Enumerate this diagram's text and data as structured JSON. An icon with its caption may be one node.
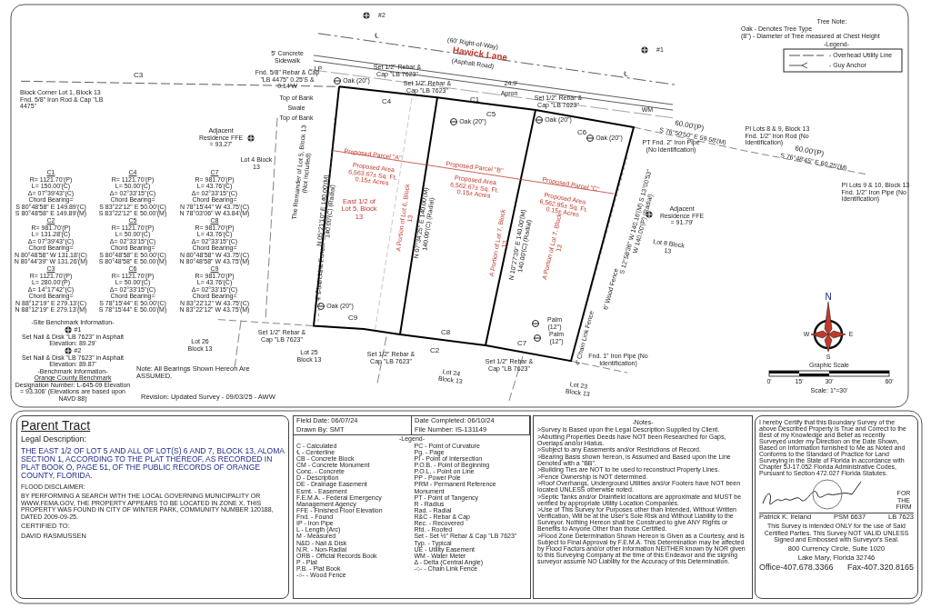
{
  "diagram": {
    "labels": [
      "#2",
      "#1",
      "(60' Right-of-Way)",
      "Hawick Lane",
      "(Asphalt Road)",
      "℄",
      "C3",
      "℄",
      "Block Corner Lot 1, Block 13 Fnd. 5/8\" Iron Rod & Cap \"LB 4475\"",
      "5' Concrete Sidewalk",
      "LP",
      "Set 1/2\" Rebar & Cap \"LB 7623\"",
      "Oak (20\")",
      "Fnd. 5/8\" Rebar & Cap \"LB 4475\" 0.25'S & 0.14'W",
      "Top of Bank",
      "Swale",
      "Top of Bank",
      "C4",
      "C1",
      "C5",
      "C6",
      "Set 1/2\" Rebar & Cap \"LB 7623\"",
      "Set 1/2\" Rebar & Cap \"LB 7623\"",
      "Oak (20\")",
      "Oak (20\")",
      "Oak (20\")",
      "Apron",
      "24.9'",
      "WM",
      "PT Fnd. 2\" Iron Pipe (No Identification)",
      "60.00'(P)",
      "S 76°50'50\" E 59.58'(M)",
      "PI Lots 8 & 9, Block 13 Fnd. 1/2\" Iron Rod (No Identification)",
      "60.00'(P)",
      "S 76°48'45\" E 60.25'(M)",
      "PI Lots 9 & 10, Block 13 Fnd. 1/2\" Iron Pipe (No Identification)",
      "Adjacent Residence FFE = 93.27'",
      "Adjacent Residence FFE = 91.79'",
      "Lot 4 Block 13",
      "The Remainder of Lot 5, Block 13 (Not Included)",
      "Proposed Parcel \"A\"",
      "Proposed Area 6,563.67± Sq. Ft. 0.15± Acres",
      "East 1/2 of Lot 5, Block 13",
      "N 05°21'10\" E 140.00'(M) 140.00'(C) (Radial)",
      "Proposed Parcel \"B\"",
      "Proposed Area 6,562.67± Sq. Ft. 0.15± Acres",
      "A Portion of Lot 6, Block 13",
      "N 07°34'25\" E 140.00'(M) 140.00'(C) (Radial)",
      "Proposed Parcel \"C\"",
      "Proposed Area 6,562.95± Sq. Ft. 0.15± Acres",
      "A Portion of Lot 7, Block 13",
      "N 10°27'39\" E 140.00'(M) 140.00'(C) (Radial)",
      "A Portion of Lot 7, Block 13",
      "S 12°58'36\" W 140.16'(M) S 13°00'53\" W 140.00'(P) (Radial)",
      "4' Chain Link Fence",
      "6' Wood Fence",
      "4' Chain Link Fence",
      "Lot 8 Block 13",
      "C9",
      "C8",
      "C2",
      "C7",
      "Set 1/2\" Rebar & Cap \"LB 7623\"",
      "Set 1/2\" Rebar & Cap \"LB 7623\"",
      "Set 1/2\" Rebar & Cap \"LB 7623\"",
      "Fnd. 1\" Iron Pipe (No Identification)",
      "Oak (20\")",
      "Palm (12\")",
      "Palm (12\")",
      "Lot 25 Block 13",
      "Lot 26 Block 13",
      "Lot 24 Block 13",
      "Lot 23 Block 13",
      "Note: All Bearings Shown Hereon Are ASSUMED.",
      "Revision: Updated Survey - 09/03/25 - AWW",
      "-Site Benchmark Information-",
      "#1",
      "Set Nail & Disk \"LB 7623\" in Asphalt Elevation: 89.29'",
      "#2",
      "Set Nail & Disk \"LB 7623\" in Asphalt Elevation: 89.87'",
      "-Benchmark Information-",
      "Orange County Benchmark",
      "Designation Number: L-645-09 Elevation = 93.306' (Elevations are based upon NAVD 88)",
      "Tree Note:",
      "Oak - Denotes Tree Type",
      "(8\") - Diameter of Tree measured at Chest Height",
      "-Legend-",
      "N",
      "W",
      "E",
      "S",
      "Graphic Scale",
      "0'",
      "15'",
      "30'",
      "60'",
      "Scale: 1\"=30'",
      "C1",
      "R= 1121.70'(P)",
      "L= 150.00'(C)",
      "Δ= 07°39'43\"(C)",
      "Chord Bearing=",
      "S 80°48'58\" E 149.89'(C)",
      "S 80°48'58\" E 149.89'(M)",
      "C4",
      "R= 1121.70'(P)",
      "L= 50.00'(C)",
      "Δ= 02°33'15\"(C)",
      "Chord Bearing=",
      "S 83°22'12\" E 50.00'(C)",
      "S 83°22'12\" E 50.00'(M)",
      "C7",
      "R= 981.70'(P)",
      "L= 43.76'(C)",
      "Δ= 02°33'15\"(C)",
      "Chord Bearing=",
      "N 78°15'44\" W 43.75'(C)",
      "N 78°03'06\" W 43.84'(M)",
      "C2",
      "R= 981.70'(P)",
      "L= 131.28'(C)",
      "Δ= 07°39'43\"(C)",
      "Chord Bearing=",
      "N 80°48'58\" W 131.18'(C)",
      "N 80°44'39\" W 131.26'(M)",
      "C5",
      "R= 1121.70'(P)",
      "L= 50.00'(C)",
      "Δ= 02°33'15\"(C)",
      "Chord Bearing=",
      "S 80°48'58\" E 50.00'(C)",
      "S 80°48'58\" E 50.00'(M)",
      "C8",
      "R= 981.70'(P)",
      "L= 43.76'(C)",
      "Δ= 02°33'15\"(C)",
      "Chord Bearing=",
      "N 80°48'58\" W 43.75'(C)",
      "N 80°48'58\" W 43.75'(M)",
      "C3",
      "R= 1121.70'(P)",
      "L= 280.00'(P)",
      "Δ= 14°17'42\"(C)",
      "Chord Bearing=",
      "N 88°12'19\" E 279.13'(C)",
      "N 88°12'19\" E 279.13'(M)",
      "C6",
      "R= 1121.70'(P)",
      "L= 50.00'(C)",
      "Δ= 02°33'15\"(C)",
      "Chord Bearing=",
      "S 78°15'44\" E 50.00'(C)",
      "S 78°15'44\" E 50.00'(M)",
      "C9",
      "R= 981.70'(P)",
      "L= 43.76'(C)",
      "Δ= 02°33'15\"(C)",
      "Chord Bearing=",
      "N 83°22'12\" W 43.75'(C)",
      "N 83°22'12\" W 43.75'(M)",
      "Parent Tract",
      "Legal Description:",
      "THE EAST 1/2 OF LOT 5 AND ALL OF LOT(S) 6 AND 7, BLOCK 13, ALOMA SECTION 1, ACCORDING TO THE PLAT THEREOF, AS RECORDED IN PLAT BOOK O, PAGE 51, OF THE PUBLIC RECORDS OF ORANGE COUNTY, FLORIDA.",
      "FLOOD DISCLAIMER:",
      "BY PERFORMING A SEARCH WITH THE LOCAL GOVERNING MUNICIPALITY OR WWW.FEMA.GOV, THE PROPERTY APPEARS TO BE LOCATED IN ZONE X. THIS PROPERTY WAS FOUND IN CITY OF WINTER PARK, COMMUNITY NUMBER 120188, DATED 2009-09-25.",
      "CERTIFIED TO:",
      "DAVID RASMUSSEN",
      "Field Date: 06/07/24",
      "Date Completed: 06/10/24",
      "Drawn By: SMT",
      "File Number: IS-131149",
      "-Legend-",
      "C - Calculated",
      "℄ - Centerline",
      "CB - Concrete Block",
      "CM - Concrete Monument",
      "Conc. - Concrete",
      "D - Description",
      "DE - Drainage Easement",
      "Esmt. - Easement",
      "F.E.M.A. - Federal Emergency Management Agency",
      "FFE - Finished Floor Elevation",
      "Fnd. - Found",
      "IP - Iron Pipe",
      "L - Length (Arc)",
      "M - Measured",
      "N&D - Nail & Disk",
      "N.R. - Non-Radial",
      "ORB - Official Records Book",
      "P - Plat",
      "P.B. - Plat Book",
      "-○- - Wood Fence",
      "PC - Point of Curvature",
      "Pg. - Page",
      "PI - Point of Intersection",
      "P.O.B. - Point of Beginning",
      "P.O.L. - Point on Line",
      "PP - Power Pole",
      "PRM - Permanent Reference Monument",
      "PT - Point of Tangency",
      "R - Radius",
      "Rad. - Radial",
      "R&C - Rebar & Cap",
      "Rec. - Recovered",
      "Rfd. - Roofed",
      "Set - Set ½\" Rebar & Cap \"LB 7623\"",
      "Typ. - Typical",
      "UE - Utility Easement",
      "WM - Water Meter",
      "Δ - Delta (Central Angle)",
      "-○- - Chain Link Fence",
      "-Notes-",
      ">Survey is Based upon the Legal Description Supplied by Client.",
      ">Abutting Properties Deeds have NOT been Researched for Gaps, Overlaps and/or Hiatus.",
      ">Subject to any Easements and/or Restrictions of Record.",
      ">Bearing Basis shown hereon, is Assumed and Based upon the Line Denoted with a \"BB\".",
      ">Building Ties are NOT to be used to reconstruct Property Lines.",
      ">Fence Ownership is NOT determined.",
      ">Roof Overhangs, Underground Utilities and/or Footers have NOT been located UNLESS otherwise noted.",
      ">Septic Tanks and/or Drainfield locations are approximate and MUST be verified by appropriate Utility Location Companies.",
      ">Use of This Survey for Purposes other than Intended, Without Written Verification, Will be at the User's Sole Risk and Without Liability to the Surveyor. Nothing Hereon shall be Construed to give ANY Rights or Benefits to Anyone Other than those Certified.",
      ">Flood Zone Determination Shown Hereon is Given as a Courtesy, and is Subject to Final Approval by F.E.M.A. This Determination may be affected by Flood Factors and/or other information NEITHER known by NOR given to this Surveying Company at the time of this Endeavor and the signing surveyor assume NO Liability for the Accuracy of this Determination.",
      "I hereby Certify that this Boundary Survey of the above Described Property is True and Correct to the Best of my Knowledge and Belief as recently Surveyed under my Direction on the Date Shown, Based on Information furnished to Me as Noted and Conforms to the Standard of Practice for Land Surveying in the State of Florida in accordance with Chapter 5J-17.052 Florida Administrative Codes, Pursuant to Section 472.027 Florida Statutes.",
      "FOR THE FIRM",
      "Patrick K. Ireland",
      "PSM 6637",
      "LB 7623",
      "This Survey is intended ONLY for the use of Said Certified Parties. This Survey NOT VALID UNLESS Signed and Embossed with Surveyor's Seal.",
      "800 Currency Circle, Suite 1020",
      "Lake Mary, Florida 32746",
      "Office-407.678.3366",
      "Fax-407.320.8165"
    ],
    "legend": [
      {
        "text": "- Overhead Utility Line"
      },
      {
        "text": "- Guy Anchor"
      }
    ]
  }
}
